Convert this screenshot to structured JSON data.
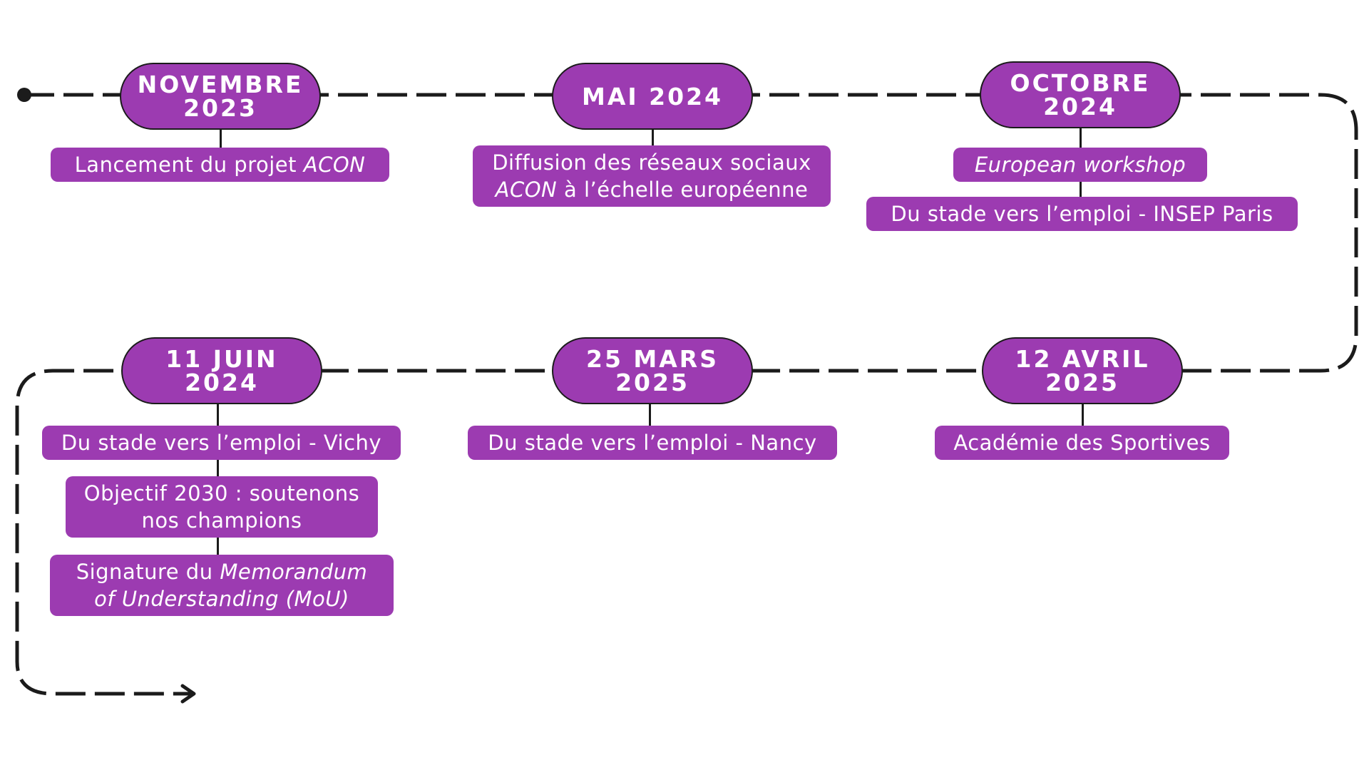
{
  "colors": {
    "accent": "#9c3bb1",
    "line": "#1b1b1b",
    "text": "#ffffff"
  },
  "milestones": [
    {
      "date": [
        "NOVEMBRE",
        "2023"
      ],
      "events": [
        [
          [
            "Lancement du projet ",
            "ACON"
          ]
        ]
      ]
    },
    {
      "date": [
        "MAI 2024"
      ],
      "events": [
        [
          [
            "Diffusion des réseaux sociaux"
          ],
          [
            "ACON",
            " à l’échelle européenne"
          ]
        ]
      ]
    },
    {
      "date": [
        "OCTOBRE",
        "2024"
      ],
      "events": [
        [
          [
            "European workshop"
          ]
        ],
        [
          [
            "Du stade vers l’emploi - INSEP Paris"
          ]
        ]
      ]
    },
    {
      "date": [
        "11 JUIN",
        "2024"
      ],
      "events": [
        [
          [
            "Du stade vers l’emploi - Vichy"
          ]
        ],
        [
          [
            "Objectif 2030 : soutenons"
          ],
          [
            "nos champions"
          ]
        ],
        [
          [
            "Signature du ",
            "Memorandum"
          ],
          [
            "",
            "of Understanding (MoU)"
          ]
        ]
      ]
    },
    {
      "date": [
        "25 MARS",
        "2025"
      ],
      "events": [
        [
          [
            "Du stade vers l’emploi - Nancy"
          ]
        ]
      ]
    },
    {
      "date": [
        "12 AVRIL",
        "2025"
      ],
      "events": [
        [
          [
            "Académie des Sportives"
          ]
        ]
      ]
    }
  ]
}
